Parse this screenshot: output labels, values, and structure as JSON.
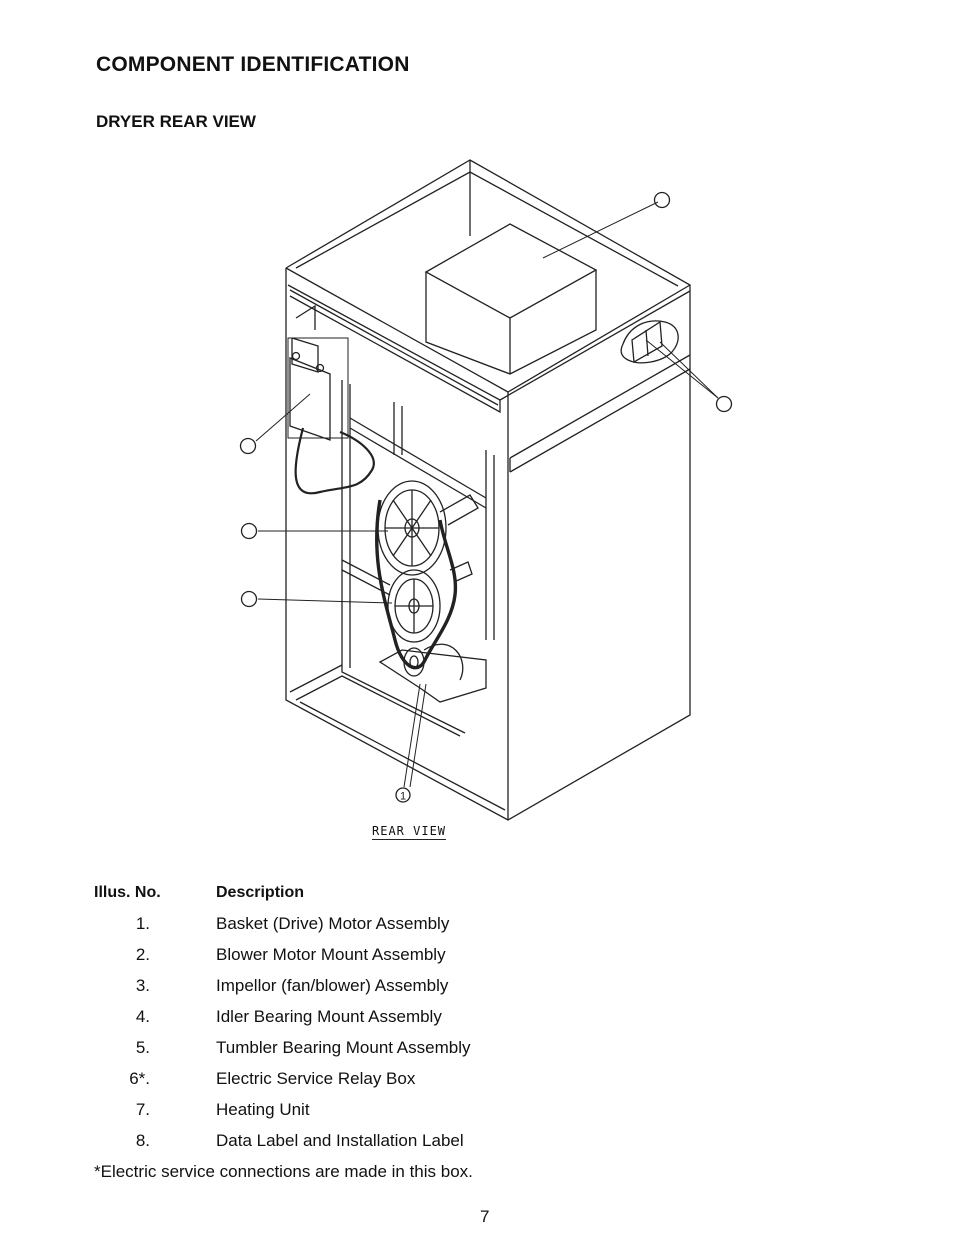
{
  "heading": "COMPONENT IDENTIFICATION",
  "subheading": "DRYER REAR VIEW",
  "figure": {
    "caption": "REAR VIEW",
    "callout_label": "1"
  },
  "table": {
    "col_num": "Illus. No.",
    "col_desc": "Description",
    "rows": [
      {
        "num": "1.",
        "desc": "Basket (Drive) Motor Assembly"
      },
      {
        "num": "2.",
        "desc": "Blower Motor Mount  Assembly"
      },
      {
        "num": "3.",
        "desc": "Impellor (fan/blower) Assembly"
      },
      {
        "num": "4.",
        "desc": "Idler Bearing Mount Assembly"
      },
      {
        "num": "5.",
        "desc": "Tumbler Bearing Mount Assembly"
      },
      {
        "num": "6*.",
        "desc": "Electric Service Relay Box"
      },
      {
        "num": "7.",
        "desc": "Heating Unit"
      },
      {
        "num": "8.",
        "desc": "Data Label and Installation Label"
      }
    ]
  },
  "footnote": "*Electric service connections are made in this box.",
  "page_number": "7"
}
